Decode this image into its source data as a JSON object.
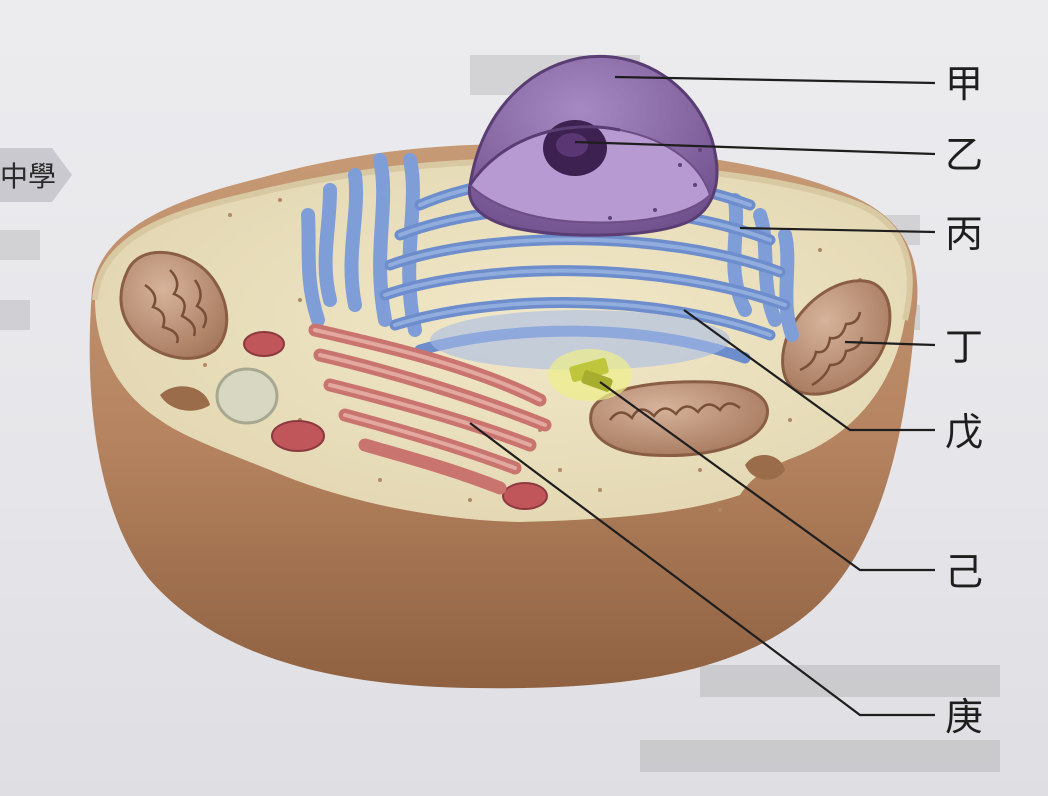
{
  "header_tab": {
    "text": "中學"
  },
  "diagram": {
    "labels": [
      {
        "id": "jia",
        "text": "甲"
      },
      {
        "id": "yi",
        "text": "乙"
      },
      {
        "id": "bing",
        "text": "丙"
      },
      {
        "id": "ding",
        "text": "丁"
      },
      {
        "id": "wu",
        "text": "戊"
      },
      {
        "id": "ji",
        "text": "己"
      },
      {
        "id": "geng",
        "text": "庚"
      }
    ]
  },
  "colors": {
    "nucleus": "#8c6aa6",
    "nucleolus": "#3d2150",
    "er": "#7f9ed8",
    "golgi": "#c9746f",
    "mitochondria": "#b0856b",
    "cytoplasm": "#ece2c4",
    "cell_outer": "#b68762",
    "centrosome": "#cfd84a"
  }
}
